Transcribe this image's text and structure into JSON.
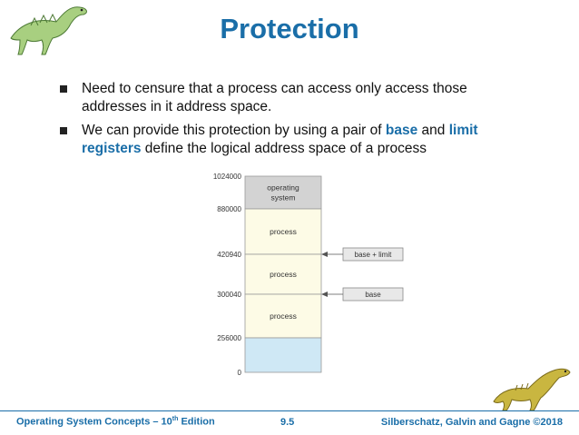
{
  "slide": {
    "title": "Protection",
    "bullets": [
      {
        "parts": [
          {
            "text": "Need to censure that a process can access only access those addresses in it address space.",
            "style": "normal"
          }
        ]
      },
      {
        "parts": [
          {
            "text": "We can provide this protection by using  a pair of ",
            "style": "normal"
          },
          {
            "text": "base",
            "style": "kw"
          },
          {
            "text": " and ",
            "style": "normal"
          },
          {
            "text": "limit registers",
            "style": "kw"
          },
          {
            "text": " define the logical address space of a process",
            "style": "normal"
          }
        ]
      }
    ]
  },
  "diagram": {
    "addresses": [
      "1024000",
      "880000",
      "420940",
      "300040",
      "256000",
      "0"
    ],
    "segments": [
      {
        "label_lines": [
          "operating",
          "system"
        ],
        "color": "#d3d3d3"
      },
      {
        "label_lines": [
          "process"
        ],
        "color": "#fdfbe6"
      },
      {
        "label_lines": [
          "process"
        ],
        "color": "#fdfbe6"
      },
      {
        "label_lines": [
          "process"
        ],
        "color": "#fdfbe6"
      },
      {
        "label_lines": [],
        "color": "#cfe8f5"
      }
    ],
    "registers": [
      {
        "label": "base + limit",
        "points_to": "420940"
      },
      {
        "label": "base",
        "points_to": "300040"
      }
    ]
  },
  "footer": {
    "left_prefix": "Operating System Concepts – 10",
    "left_sup": "th",
    "left_suffix": " Edition",
    "center": "9.5",
    "right": "Silberschatz, Galvin and Gagne ©2018"
  },
  "colors": {
    "accent": "#1a6ea8"
  },
  "icons": [
    "dinosaur-logo-icon",
    "dinosaur-corner-icon"
  ]
}
